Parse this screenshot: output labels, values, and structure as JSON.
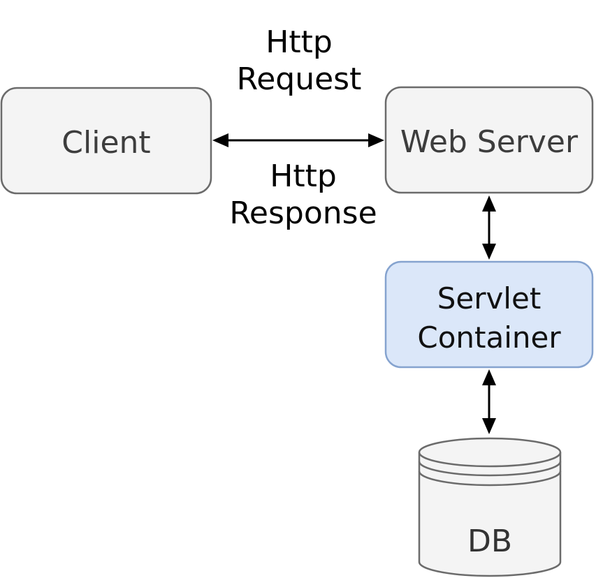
{
  "diagram": {
    "type": "architecture-diagram",
    "nodes": {
      "client": {
        "label": "Client",
        "shape": "rounded-rect"
      },
      "web_server": {
        "label": "Web Server",
        "shape": "rounded-rect"
      },
      "servlet_container": {
        "label_line1": "Servlet",
        "label_line2": "Container",
        "shape": "rounded-rect"
      },
      "db": {
        "label": "DB",
        "shape": "cylinder"
      }
    },
    "edges": [
      {
        "from": "client",
        "to": "web_server",
        "direction": "bidirectional",
        "labels": [
          "Http Request",
          "Http Response"
        ]
      },
      {
        "from": "web_server",
        "to": "servlet_container",
        "direction": "bidirectional",
        "labels": []
      },
      {
        "from": "servlet_container",
        "to": "db",
        "direction": "bidirectional",
        "labels": []
      }
    ],
    "edge_labels": {
      "request_line1": "Http",
      "request_line2": "Request",
      "response_line1": "Http",
      "response_line2": "Response"
    },
    "colors": {
      "canvas_bg": "#ffffff",
      "node_fill": "#f4f4f4",
      "node_border": "#6b6b6b",
      "servlet_fill": "#dbe7f9",
      "servlet_border": "#85a3cf",
      "node_text": "#3d3d3d",
      "servlet_text": "#111111",
      "db_text": "#333333",
      "label_text": "#000000",
      "arrow": "#000000"
    }
  }
}
